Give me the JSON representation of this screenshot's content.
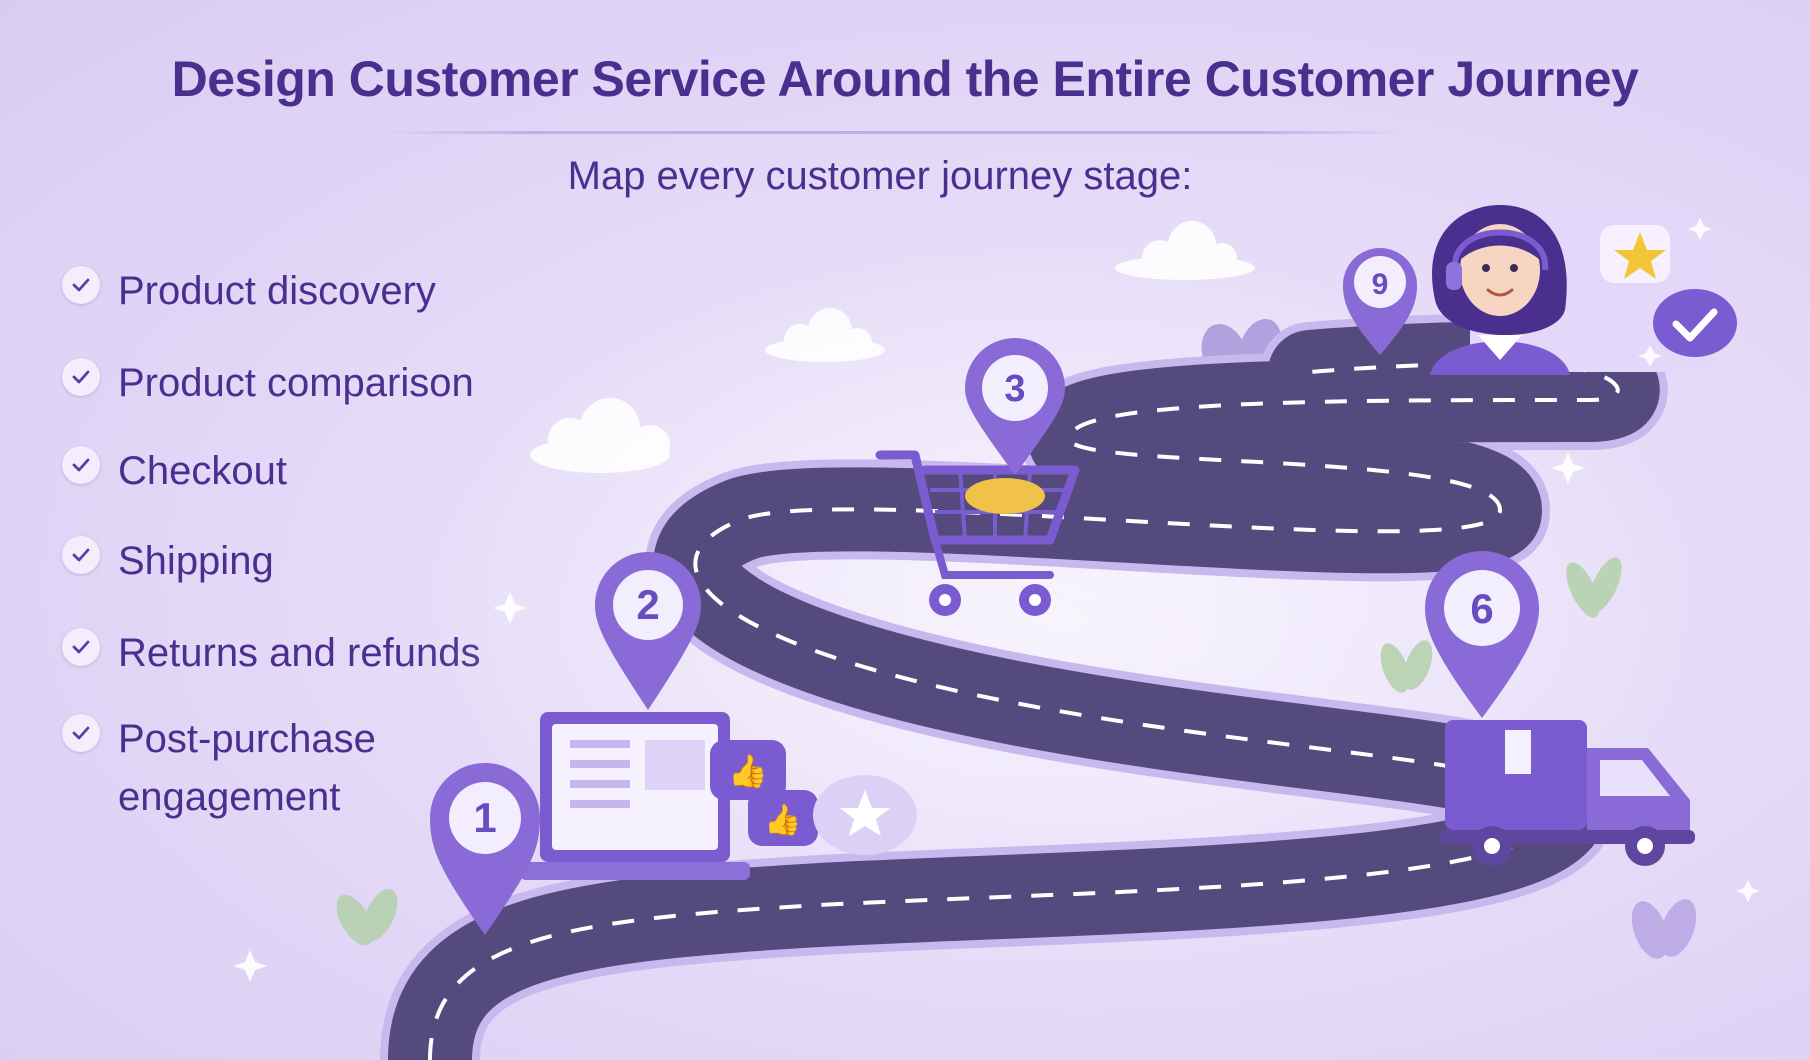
{
  "header": {
    "title": "Design Customer Service Around the Entire Customer Journey",
    "subtitle": "Map every customer journey stage:"
  },
  "stages": [
    {
      "label": "Product discovery",
      "icon": "check-icon"
    },
    {
      "label": "Product comparison",
      "icon": "check-icon"
    },
    {
      "label": "Checkout",
      "icon": "check-icon"
    },
    {
      "label": "Shipping",
      "icon": "check-icon"
    },
    {
      "label": "Returns and refunds",
      "icon": "check-icon"
    },
    {
      "label": "Post-purchase engagement",
      "label_line1": "Post-purchase",
      "label_line2": "engagement",
      "icon": "check-icon"
    }
  ],
  "pins": [
    {
      "number": "1"
    },
    {
      "number": "2"
    },
    {
      "number": "3"
    },
    {
      "number": "6"
    },
    {
      "number": "9"
    }
  ],
  "illustrations": [
    "laptop-icon",
    "thumbs-up-icon",
    "star-icon",
    "shopping-cart-icon",
    "delivery-truck-icon",
    "support-agent-icon",
    "speech-bubble-icon",
    "checkmark-badge-icon"
  ],
  "colors": {
    "background": "#e3d8f7",
    "title": "#4a2f8f",
    "road": "#544a7e",
    "pin": "#8a6ad6",
    "accent": "#7a5cd0"
  }
}
